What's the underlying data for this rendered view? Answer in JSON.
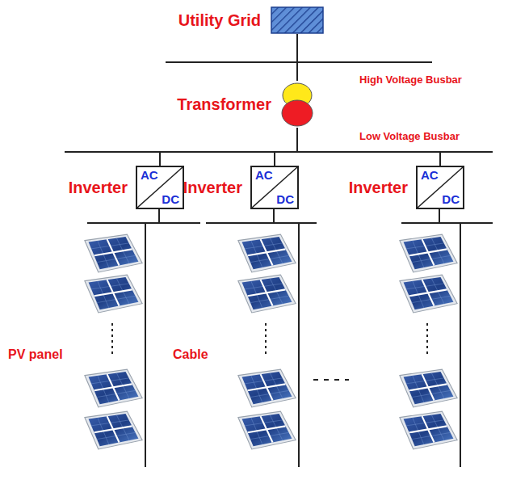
{
  "diagram": {
    "nodes": [
      {
        "text": [
          "Utility Grid"
        ]
      },
      {
        "text": [
          "Transformer"
        ]
      },
      {
        "text": [
          "Inverter",
          "AC",
          "DC"
        ]
      },
      {
        "text": [
          "Inverter",
          "AC",
          "DC"
        ]
      },
      {
        "text": [
          "Inverter",
          "AC",
          "DC"
        ]
      }
    ],
    "edges": [
      {
        "from": 0,
        "to": 1,
        "arrow": "none"
      },
      {
        "from": 1,
        "to": 2,
        "arrow": "none"
      },
      {
        "from": 1,
        "to": 3,
        "arrow": "none"
      },
      {
        "from": 1,
        "to": 4,
        "arrow": "none"
      }
    ],
    "labels": [
      "High Voltage Busbar",
      "Low Voltage Busbar",
      "PV panel",
      "Cable"
    ]
  }
}
